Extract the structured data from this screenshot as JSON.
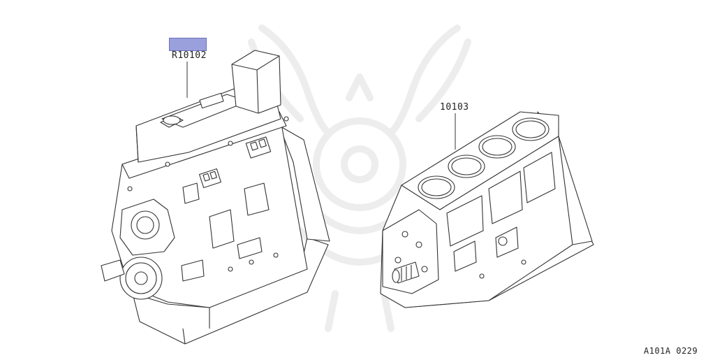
{
  "parts": {
    "engine_assembly": {
      "label": "R10102"
    },
    "cylinder_block": {
      "label": "10103"
    }
  },
  "diagram_code": "A101A 0229",
  "colors": {
    "highlight": "#9aa0dc",
    "line": "#333333",
    "watermark": "#ececec"
  }
}
